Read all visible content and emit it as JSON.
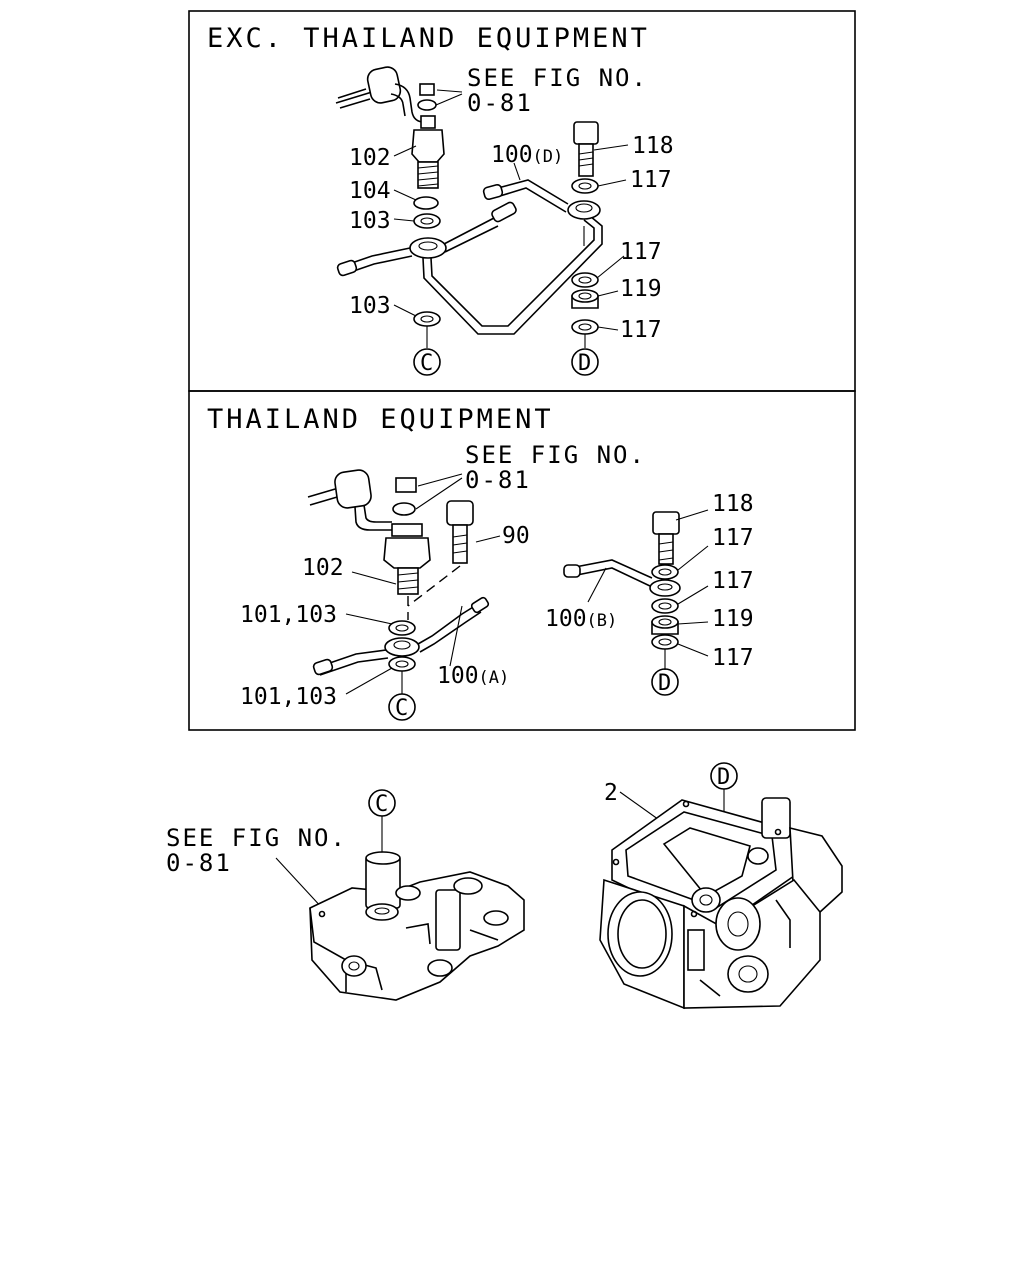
{
  "panels": {
    "top": {
      "header": "EXC. THAILAND EQUIPMENT",
      "see_fig_line1": "SEE FIG NO.",
      "see_fig_line2": "0-81",
      "labels": {
        "l102": "102",
        "l104": "104",
        "l103a": "103",
        "l103b": "103",
        "l100d_num": "100",
        "l100d_sub": "(D)",
        "l118": "118",
        "l117a": "117",
        "l117b": "117",
        "l119": "119",
        "l117c": "117"
      },
      "connectors": {
        "c": "C",
        "d": "D"
      }
    },
    "middle": {
      "header": "THAILAND EQUIPMENT",
      "see_fig_line1": "SEE FIG NO.",
      "see_fig_line2": "0-81",
      "labels": {
        "l102": "102",
        "l90": "90",
        "l101_103a": "101,103",
        "l101_103b": "101,103",
        "l100a_num": "100",
        "l100a_sub": "(A)",
        "l100b_num": "100",
        "l100b_sub": "(B)",
        "l118": "118",
        "l117a": "117",
        "l117b": "117",
        "l119": "119",
        "l117c": "117"
      },
      "connectors": {
        "c": "C",
        "d": "D"
      }
    },
    "bottom": {
      "see_fig_line1": "SEE FIG NO.",
      "see_fig_line2": "0-81",
      "label_2": "2",
      "connectors": {
        "c": "C",
        "d": "D"
      }
    }
  }
}
